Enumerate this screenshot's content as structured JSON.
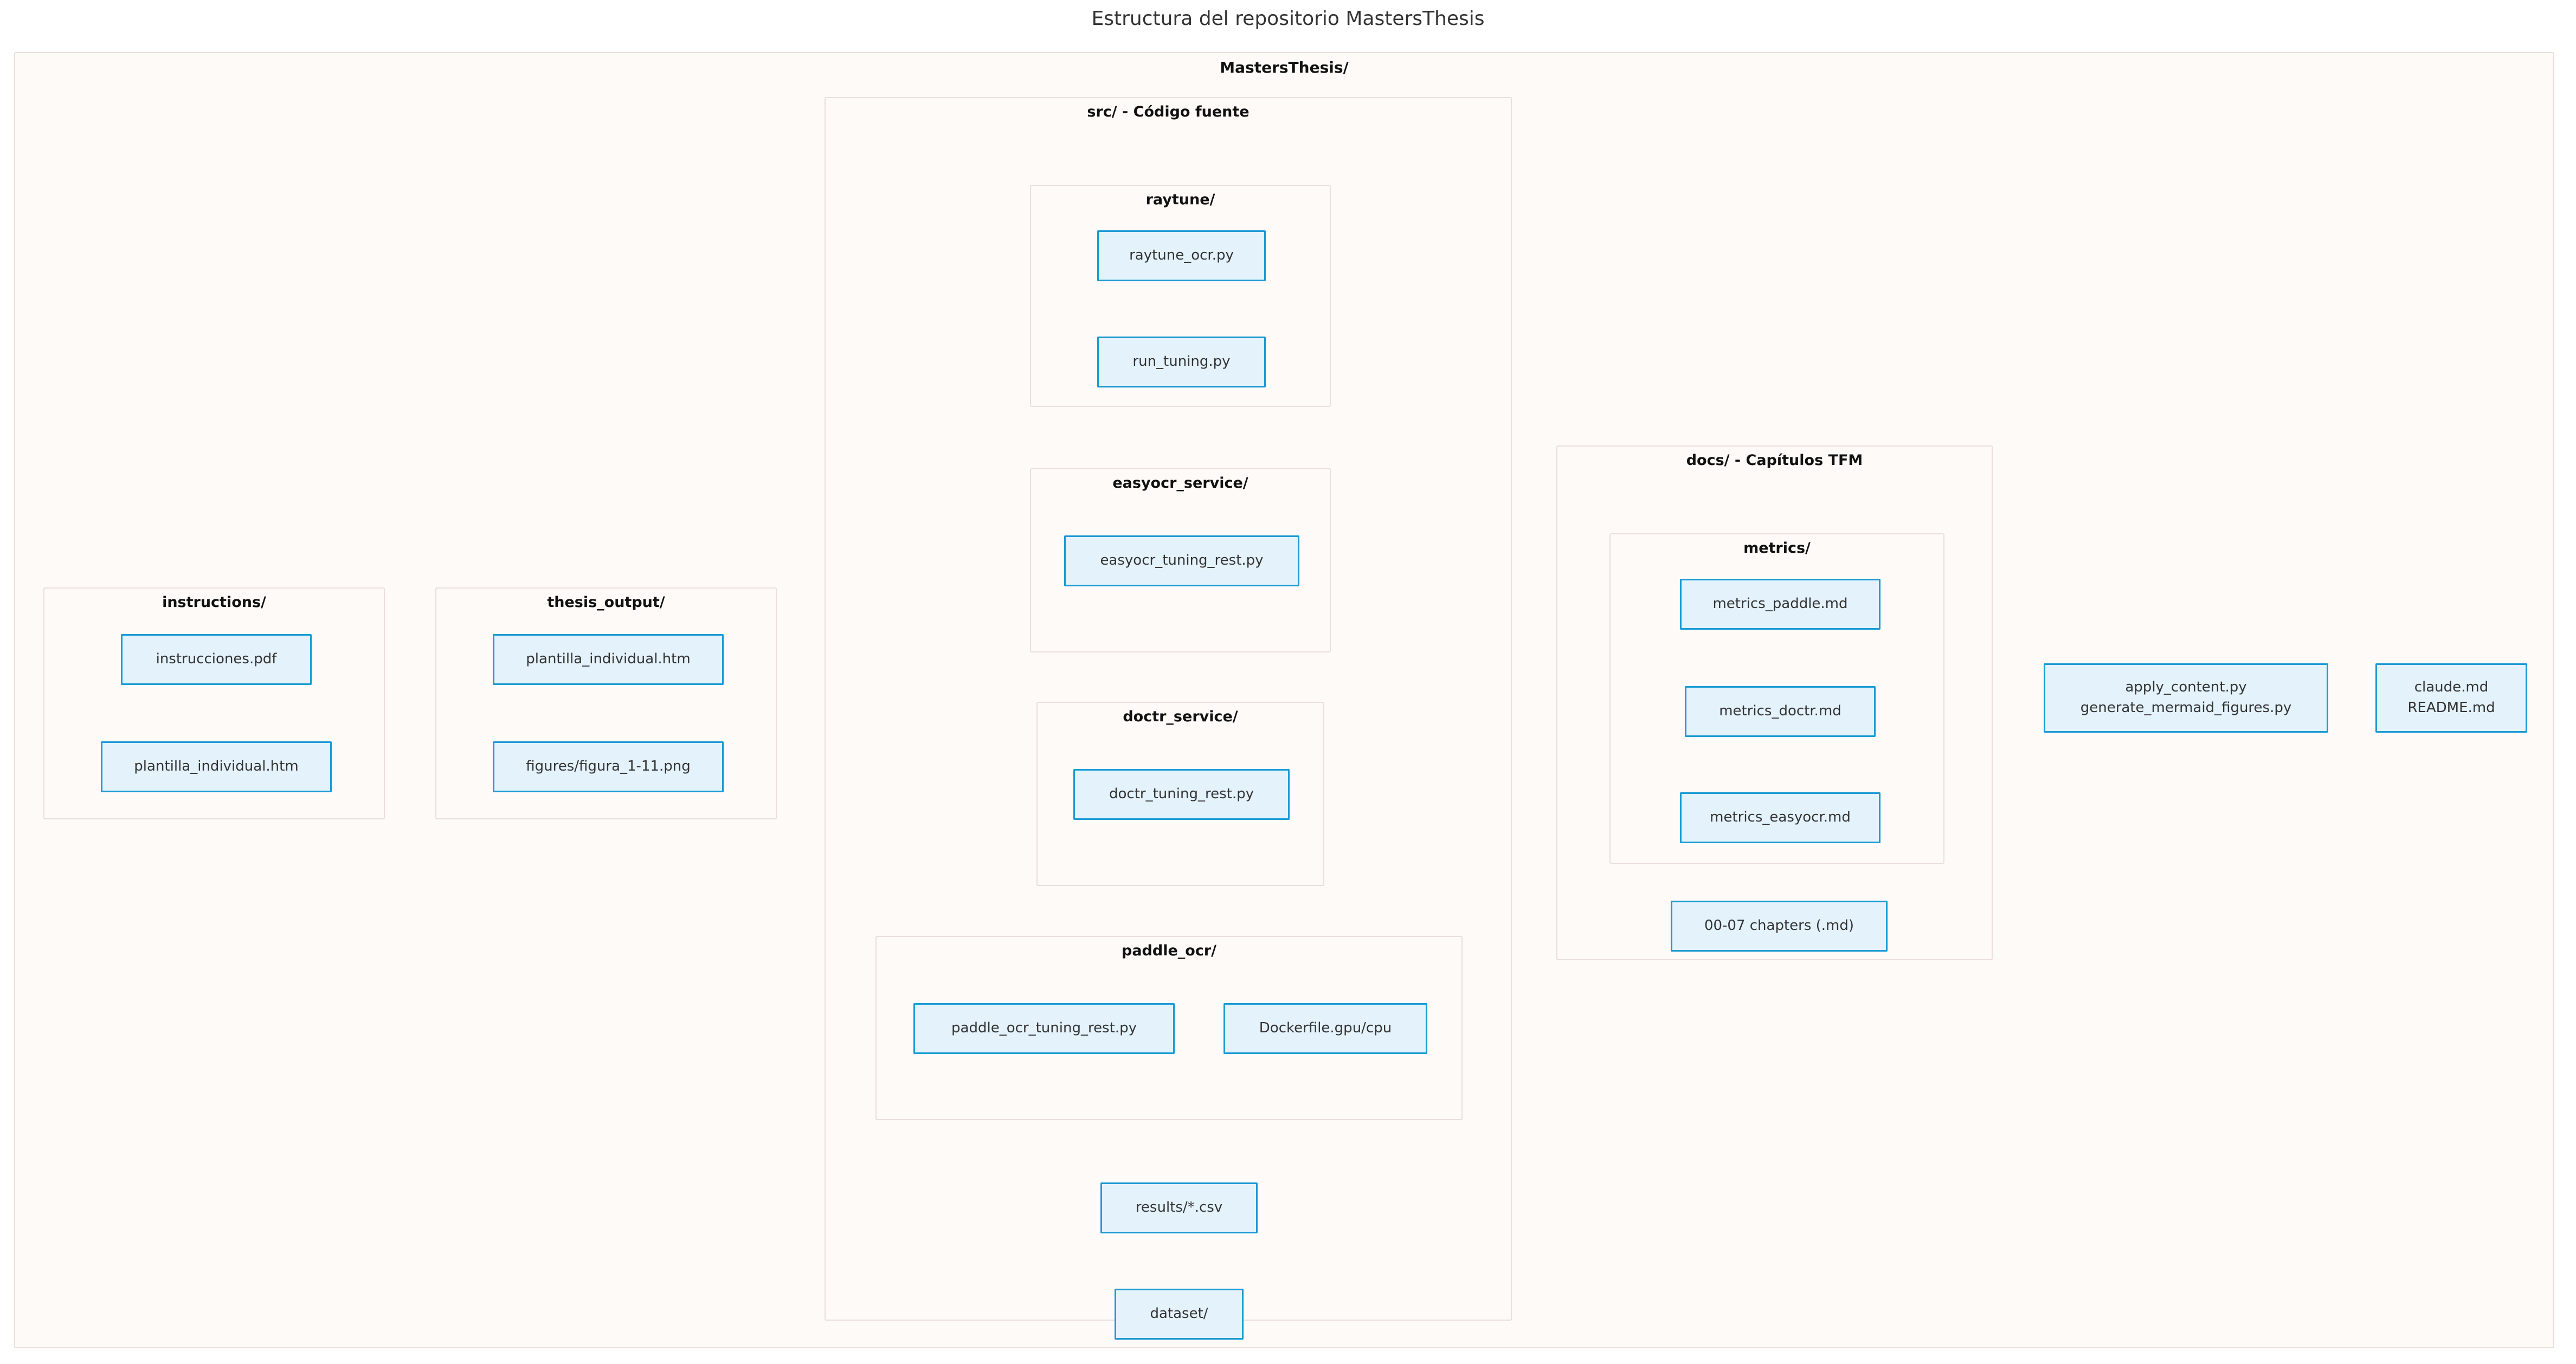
{
  "title": "Estructura del repositorio MastersThesis",
  "colors": {
    "page_background": "#ffffff",
    "cluster_background": "#fdfaf8",
    "cluster_border": "#ebdedb",
    "node_background": "#e3f2fb",
    "node_border": "#1a9ad4",
    "node_text": "#333333",
    "title_text": "#333333",
    "cluster_label_text": "#111111"
  },
  "root": {
    "label": "MastersThesis/"
  },
  "clusters": {
    "instructions": {
      "label": "instructions/"
    },
    "thesis_output": {
      "label": "thesis_output/"
    },
    "src": {
      "label": "src/ - Código fuente"
    },
    "raytune": {
      "label": "raytune/"
    },
    "easyocr_service": {
      "label": "easyocr_service/"
    },
    "doctr_service": {
      "label": "doctr_service/"
    },
    "paddle_ocr": {
      "label": "paddle_ocr/"
    },
    "docs": {
      "label": "docs/ - Capítulos TFM"
    },
    "metrics": {
      "label": "metrics/"
    }
  },
  "nodes": {
    "instrucciones_pdf": {
      "lines": [
        "instrucciones.pdf"
      ]
    },
    "plantilla_individual_htm_instructions": {
      "lines": [
        "plantilla_individual.htm"
      ]
    },
    "plantilla_individual_htm_output": {
      "lines": [
        "plantilla_individual.htm"
      ]
    },
    "figuras_png": {
      "lines": [
        "figures/figura_1-11.png"
      ]
    },
    "raytune_ocr_py": {
      "lines": [
        "raytune_ocr.py"
      ]
    },
    "run_tuning_py": {
      "lines": [
        "run_tuning.py"
      ]
    },
    "easyocr_tuning_rest_py": {
      "lines": [
        "easyocr_tuning_rest.py"
      ]
    },
    "doctr_tuning_rest_py": {
      "lines": [
        "doctr_tuning_rest.py"
      ]
    },
    "paddle_ocr_tuning_rest_py": {
      "lines": [
        "paddle_ocr_tuning_rest.py"
      ]
    },
    "dockerfile_gpu_cpu": {
      "lines": [
        "Dockerfile.gpu/cpu"
      ]
    },
    "results_csv": {
      "lines": [
        "results/*.csv"
      ]
    },
    "dataset_dir": {
      "lines": [
        "dataset/"
      ]
    },
    "metrics_paddle_md": {
      "lines": [
        "metrics_paddle.md"
      ]
    },
    "metrics_doctr_md": {
      "lines": [
        "metrics_doctr.md"
      ]
    },
    "metrics_easyocr_md": {
      "lines": [
        "metrics_easyocr.md"
      ]
    },
    "chapters_md": {
      "lines": [
        "00-07 chapters (.md)"
      ]
    },
    "scripts_py": {
      "lines": [
        "apply_content.py",
        "generate_mermaid_figures.py"
      ]
    },
    "root_docs_md": {
      "lines": [
        "claude.md",
        "README.md"
      ]
    }
  }
}
